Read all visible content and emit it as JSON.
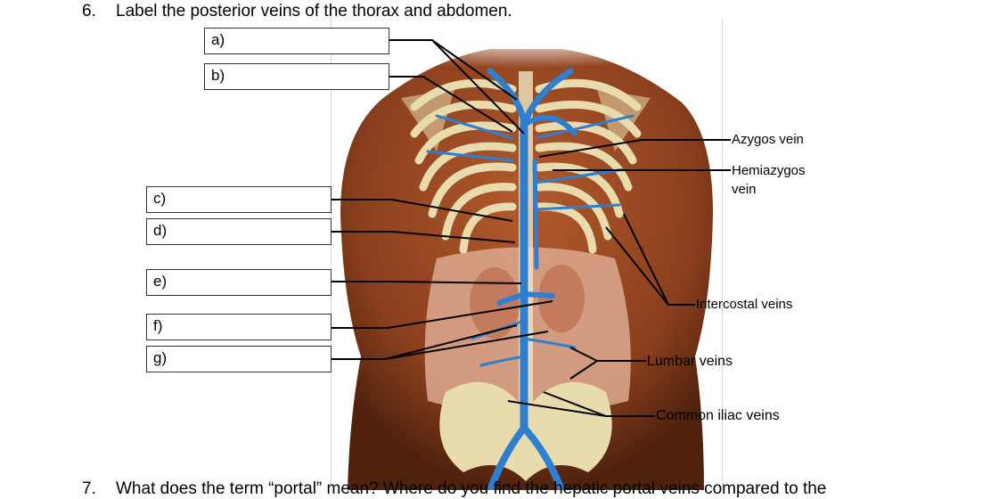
{
  "question": {
    "number": "6.",
    "text": "Label the posterior veins of the thorax and abdomen."
  },
  "answer_boxes": [
    {
      "id": "a",
      "label": "a)"
    },
    {
      "id": "b",
      "label": "b)"
    },
    {
      "id": "c",
      "label": "c)"
    },
    {
      "id": "d",
      "label": "d)"
    },
    {
      "id": "e",
      "label": "e)"
    },
    {
      "id": "f",
      "label": "f)"
    },
    {
      "id": "g",
      "label": "g)"
    }
  ],
  "callouts": {
    "azygos": "Azygos vein",
    "hemiazygos_1": "Hemiazygos",
    "hemiazygos_2": "vein",
    "intercostal": "Intercostal veins",
    "lumbar": "Lumbar veins",
    "common_iliac": "Common iliac veins"
  },
  "next_question": {
    "number": "7.",
    "text": "What does the term “portal” mean? Where do you find the hepatic portal veins compared to the"
  },
  "colors": {
    "skin": "#9a4a24",
    "skin_dark": "#5e2a12",
    "bone": "#e8dcae",
    "vein": "#2f7fd1",
    "kidney": "#c47a5c",
    "abdomen": "#d9a48a"
  }
}
